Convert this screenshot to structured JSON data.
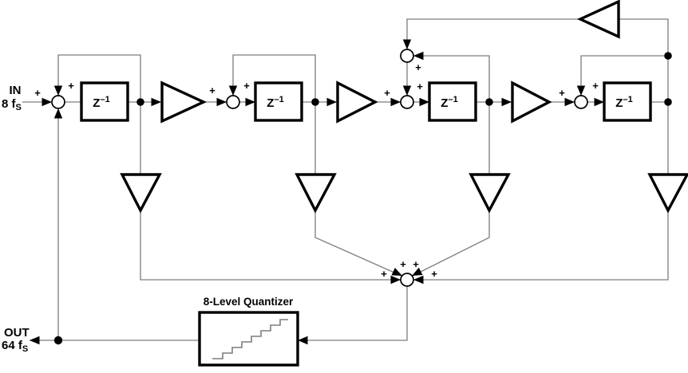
{
  "diagram": {
    "colors": {
      "ink": "#000000",
      "wire": "#7d7d7d",
      "background": "#ffffff"
    },
    "io": {
      "input_label": "IN",
      "input_rate": "8 f",
      "input_rate_sub": "S",
      "output_label": "OUT",
      "output_rate": "64 f",
      "output_rate_sub": "S"
    },
    "delay_block": {
      "base": "Z",
      "exponent": "–1"
    },
    "quantizer": {
      "label": "8-Level Quantizer"
    },
    "sum_sign": "+"
  }
}
